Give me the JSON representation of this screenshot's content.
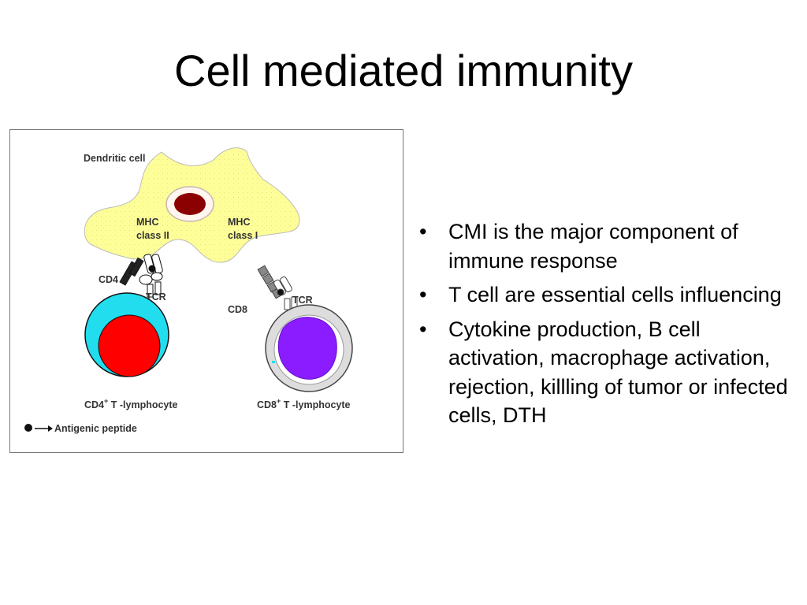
{
  "slide": {
    "title": "Cell mediated immunity"
  },
  "figure": {
    "labels": {
      "dendritic_cell": "Dendritic cell",
      "mhc_class_ii_line1": "MHC",
      "mhc_class_ii_line2": "class II",
      "mhc_class_i_line1": "MHC",
      "mhc_class_i_line2": "class I",
      "cd4": "CD4",
      "tcr_left": "TCR",
      "cd8": "CD8",
      "tcr_right": "TCR",
      "cd4_lymphocyte_prefix": "CD4",
      "cd4_lymphocyte_sup": "+",
      "cd4_lymphocyte_suffix": " T -lymphocyte",
      "cd8_lymphocyte_prefix": "CD8",
      "cd8_lymphocyte_sup": "+",
      "cd8_lymphocyte_suffix": " T -lymphocyte",
      "antigenic_peptide": "Antigenic peptide"
    },
    "colors": {
      "dendritic_cell_fill": "#ffff99",
      "dendritic_nucleus": "#8b0000",
      "cd4_cell_outer": "#22ddee",
      "cd4_cell_nucleus": "#ff0000",
      "cd8_cell_outer": "#dddddd",
      "cd8_cell_nucleus": "#8a1cff",
      "border": "#777777"
    }
  },
  "bullets": {
    "marker": "•",
    "items": [
      "CMI is the major component of immune response",
      "T cell are essential cells influencing",
      "Cytokine production, B cell activation, macrophage activation, rejection, killling of tumor or infected cells, DTH"
    ]
  }
}
